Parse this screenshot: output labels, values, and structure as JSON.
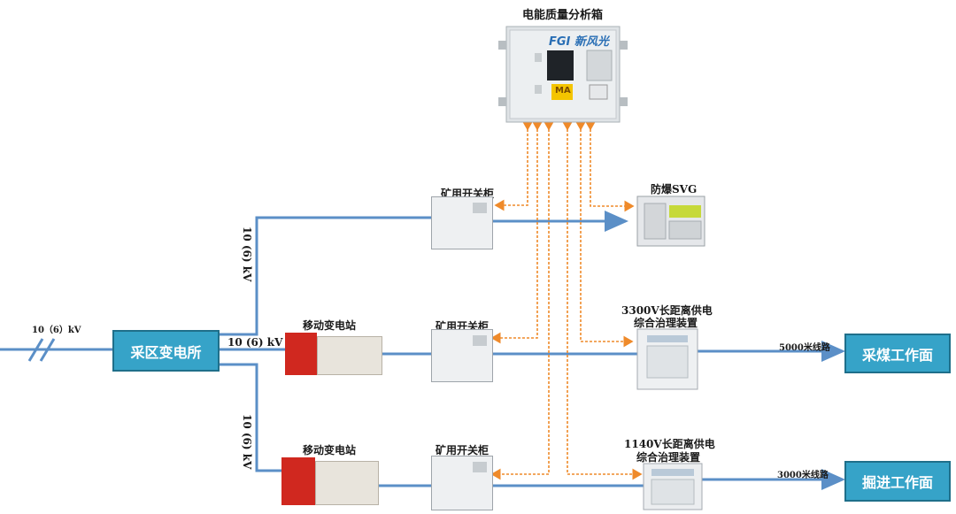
{
  "analyzer": {
    "title": "电能质量分析箱",
    "brand": "FGI 新风光",
    "tag": "MA"
  },
  "input": {
    "label": "10（6）kV"
  },
  "substation": {
    "label": "采区变电所"
  },
  "feeders": {
    "top_voltage": "10 (6) kV",
    "mid_voltage": "10 (6) kV",
    "bottom_voltage": "10 (6) kV"
  },
  "mobile_substations": [
    {
      "label": "移动变电站"
    },
    {
      "label": "移动变电站"
    }
  ],
  "switchgears": [
    {
      "label": "矿用开关柜"
    },
    {
      "label": "矿用开关柜"
    },
    {
      "label": "矿用开关柜"
    }
  ],
  "svg_device": {
    "label": "防爆SVG"
  },
  "treatment_3300": {
    "line1": "3300V长距离供电",
    "line2": "综合治理装置"
  },
  "treatment_1140": {
    "line1": "1140V长距离供电",
    "line2": "综合治理装置"
  },
  "workfaces": [
    {
      "label": "采煤工作面",
      "line": "5000米线路"
    },
    {
      "label": "掘进工作面",
      "line": "3000米线路"
    }
  ],
  "colors": {
    "power_line": "#5b8fc7",
    "signal_line": "#ef8a2a",
    "box_fill": "#36a3c8"
  }
}
